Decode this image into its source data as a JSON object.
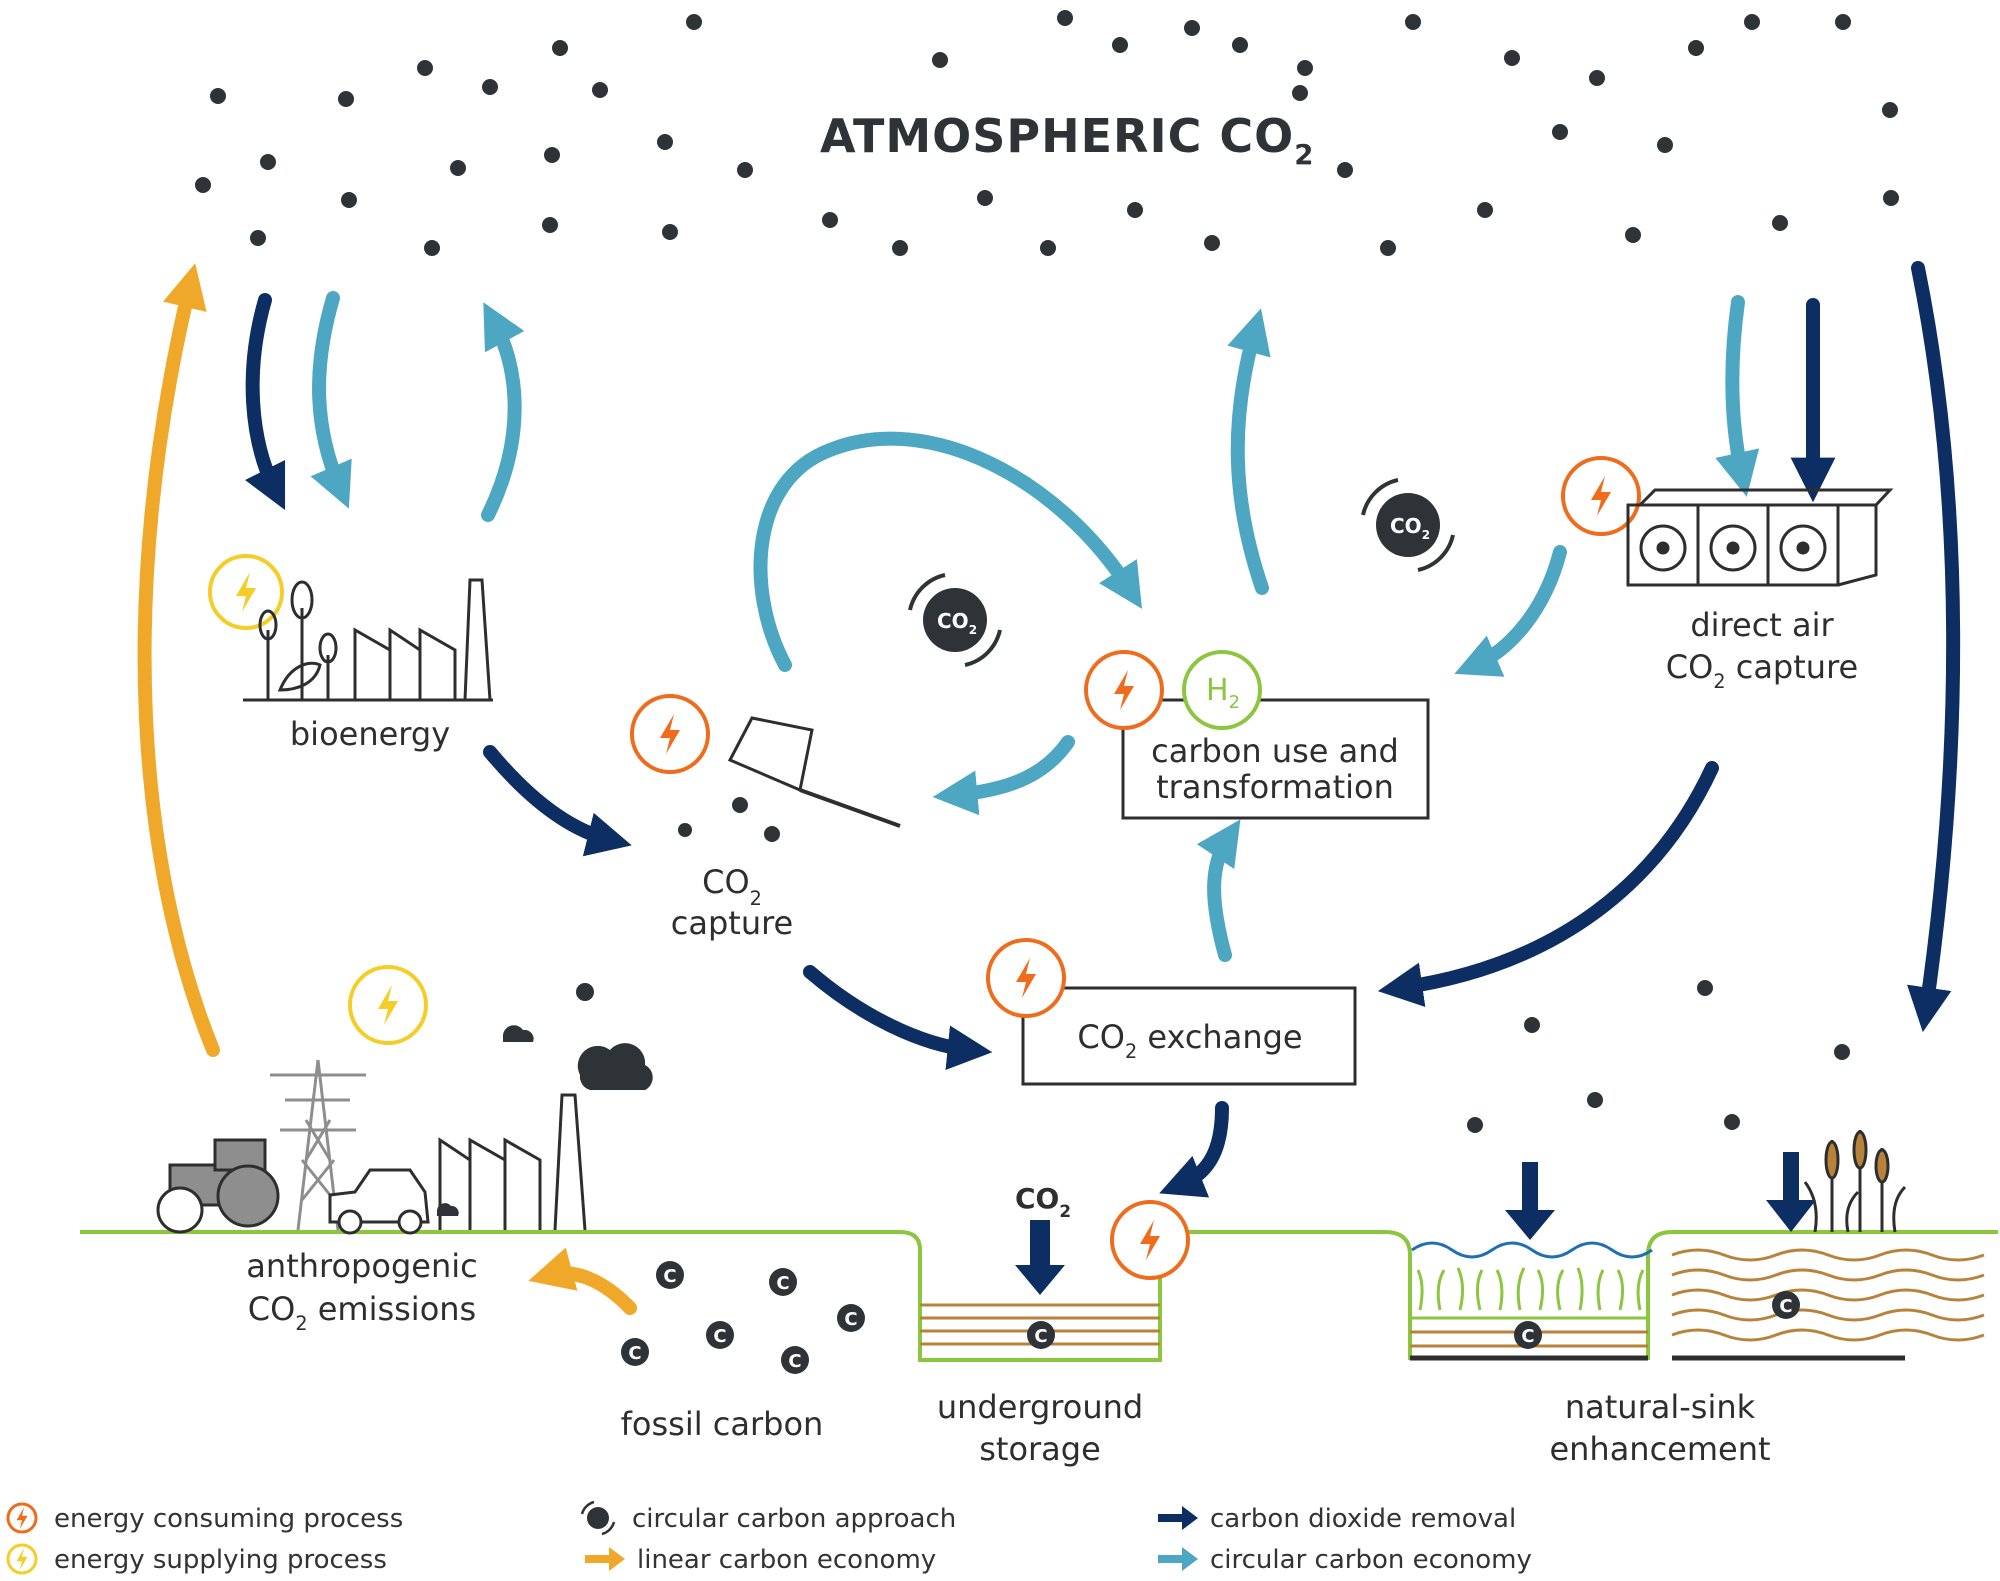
{
  "title": {
    "main": "ATMOSPHERIC CO",
    "sub": "2"
  },
  "colors": {
    "navy": "#0d2e62",
    "teal": "#4da6c2",
    "orange_arrow": "#f0a82a",
    "energy_consume": "#ee6c1c",
    "energy_supply": "#f4cd27",
    "hydrogen": "#8cc63f",
    "ground": "#8cc63f",
    "dot": "#2e3338"
  },
  "nodes": {
    "bioenergy": "bioenergy",
    "co2_capture": {
      "line1": "CO",
      "sub": "2",
      "line2": "capture"
    },
    "carbon_use": {
      "line1": "carbon use and",
      "line2": "transformation"
    },
    "hydrogen": {
      "main": "H",
      "sub": "2"
    },
    "direct_air": {
      "line1": "direct air",
      "line2a": "CO",
      "sub": "2",
      "line2b": " capture"
    },
    "co2_exchange": {
      "a": "CO",
      "sub": "2",
      "b": " exchange"
    },
    "anthropogenic": {
      "line1": "anthropogenic",
      "line2a": "CO",
      "sub": "2",
      "line2b": " emissions"
    },
    "fossil": "fossil carbon",
    "underground": {
      "line1": "underground",
      "line2": "storage"
    },
    "natural_sink": {
      "line1": "natural-sink",
      "line2": "enhancement"
    },
    "storage_co2": {
      "main": "CO",
      "sub": "2"
    },
    "circular_badge": {
      "main": "CO",
      "sub": "2"
    },
    "carbon_symbol": "C"
  },
  "legend": {
    "energy_consuming": "energy consuming process",
    "energy_supplying": "energy supplying process",
    "circular_approach": "circular carbon approach",
    "linear_economy": "linear carbon economy",
    "co2_removal": "carbon dioxide removal",
    "circular_economy": "circular carbon economy"
  }
}
